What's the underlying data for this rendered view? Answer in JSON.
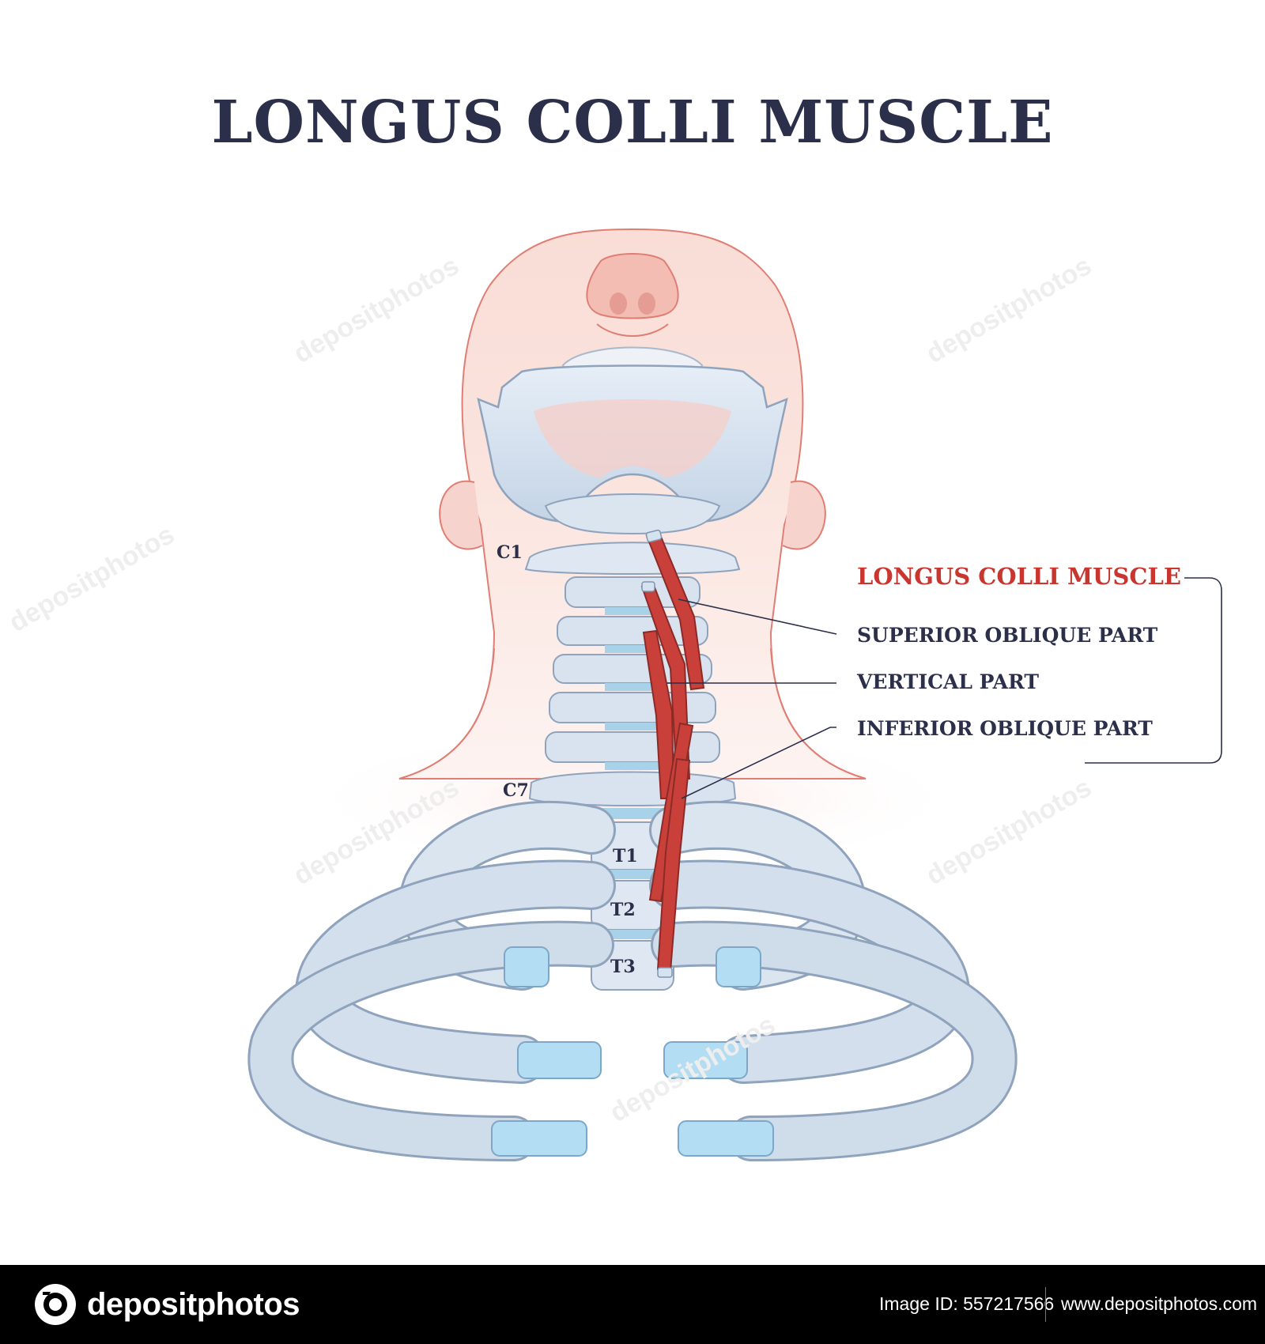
{
  "title": "LONGUS COLLI  MUSCLE",
  "legend": {
    "heading": "LONGUS COLLI MUSCLE",
    "parts": [
      "SUPERIOR OBLIQUE PART",
      "VERTICAL PART",
      "INFERIOR OBLIQUE PART"
    ]
  },
  "vertebra_labels": [
    "C1",
    "C7",
    "T1",
    "T2",
    "T3"
  ],
  "footer": {
    "brand": "depositphotos",
    "image_id": "Image ID: 557217566",
    "url": "www.depositphotos.com"
  },
  "colors": {
    "title": "#2b2f49",
    "muscle_heading": "#c8362f",
    "muscle": "#c9403a",
    "bone": "#d3e0ee",
    "skin": "#f7d6d0"
  }
}
